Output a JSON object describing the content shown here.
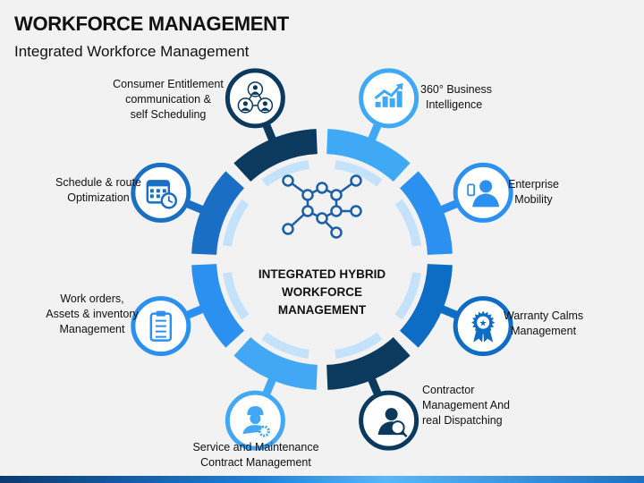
{
  "header": {
    "title": "WORKFORCE MANAGEMENT",
    "subtitle": "Integrated Workforce Management"
  },
  "center": {
    "line1": "INTEGRATED HYBRID",
    "line2": "WORKFORCE",
    "line3": "MANAGEMENT"
  },
  "items": [
    {
      "name": "business-intelligence",
      "lines": [
        "360° Business",
        "Intelligence"
      ],
      "icon": "growth-chart-icon",
      "color": "#3fa9f5"
    },
    {
      "name": "enterprise-mobility",
      "lines": [
        "Enterprise",
        "Mobility"
      ],
      "icon": "businessman-phone-icon",
      "color": "#2b90f0"
    },
    {
      "name": "warranty-claims",
      "lines": [
        "Warranty Calms",
        "Management"
      ],
      "icon": "award-ribbon-icon",
      "color": "#0d6cc4"
    },
    {
      "name": "contractor-management",
      "lines": [
        "Contractor",
        "Management And",
        "real Dispatching"
      ],
      "icon": "person-magnifier-icon",
      "color": "#0b3a5e"
    },
    {
      "name": "service-maintenance",
      "lines": [
        "Service and Maintenance",
        "Contract Management"
      ],
      "icon": "engineer-gears-icon",
      "color": "#42a8f5"
    },
    {
      "name": "work-orders",
      "lines": [
        "Work orders,",
        "Assets & inventory",
        "Management"
      ],
      "icon": "clipboard-icon",
      "color": "#2b90f0"
    },
    {
      "name": "schedule-route",
      "lines": [
        "Schedule & route",
        "Optimization"
      ],
      "icon": "calendar-clock-icon",
      "color": "#1a6fc4"
    },
    {
      "name": "consumer-entitlement",
      "lines": [
        "Consumer Entitlement",
        "communication &",
        "self Scheduling"
      ],
      "icon": "user-network-icon",
      "color": "#0b3a5e"
    }
  ],
  "colors": {
    "inner_ring": "#c4e2fa",
    "network": "#1a5fa8"
  }
}
